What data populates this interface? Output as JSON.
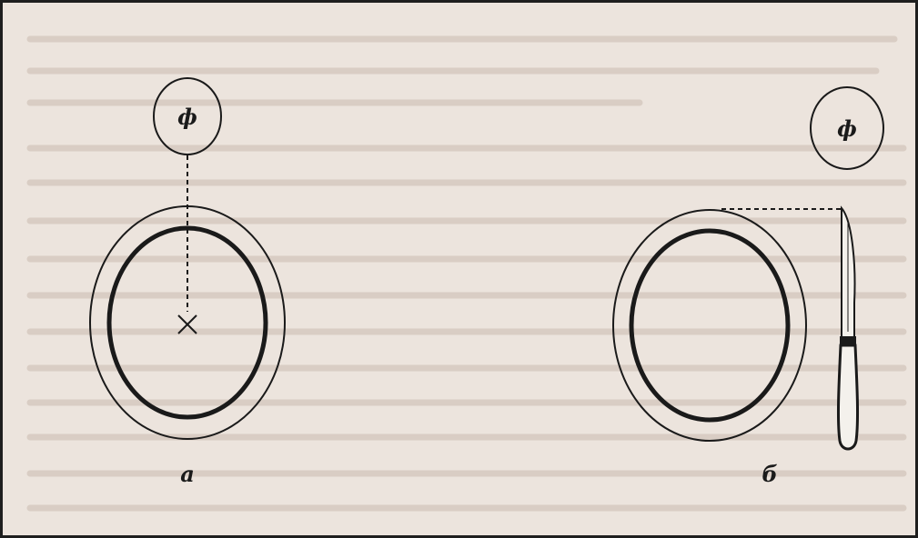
{
  "diagram": {
    "panel_a": {
      "saucer_letter": "ф",
      "caption": "а"
    },
    "panel_b": {
      "saucer_letter": "ф",
      "caption": "б"
    }
  },
  "colors": {
    "ink": "#1a1a1a",
    "paper": "#ece4dd",
    "faded_text": "#c9bdb3"
  }
}
